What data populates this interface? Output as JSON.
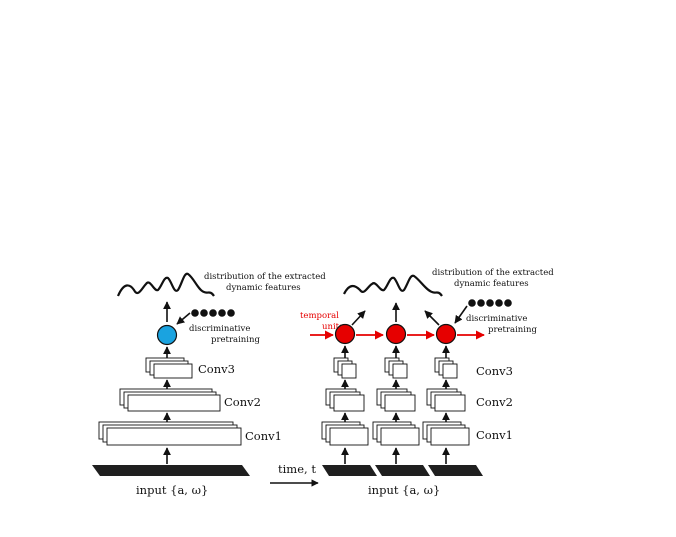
{
  "colors": {
    "stroke": "#111111",
    "box_fill": "#ffffff",
    "input_slab": "#1f1f1f",
    "static_unit": "#1aa3e0",
    "temporal_unit": "#e60000",
    "temporal_arrow": "#e60000"
  },
  "left_model": {
    "output_label": "distribution of the extracted dynamic features",
    "pretrain_label": "discriminative pretraining",
    "layers": [
      "Conv3",
      "Conv2",
      "Conv1"
    ],
    "input_label": "input {a, ω}"
  },
  "right_model": {
    "temporal_units_label": "temporal units",
    "output_label": "distribution of the extracted dynamic features",
    "pretrain_label": "discriminative pretraining",
    "layers": [
      "Conv3",
      "Conv2",
      "Conv1"
    ],
    "input_label": "input {a, ω}"
  },
  "time_axis": {
    "label": "time, t"
  }
}
